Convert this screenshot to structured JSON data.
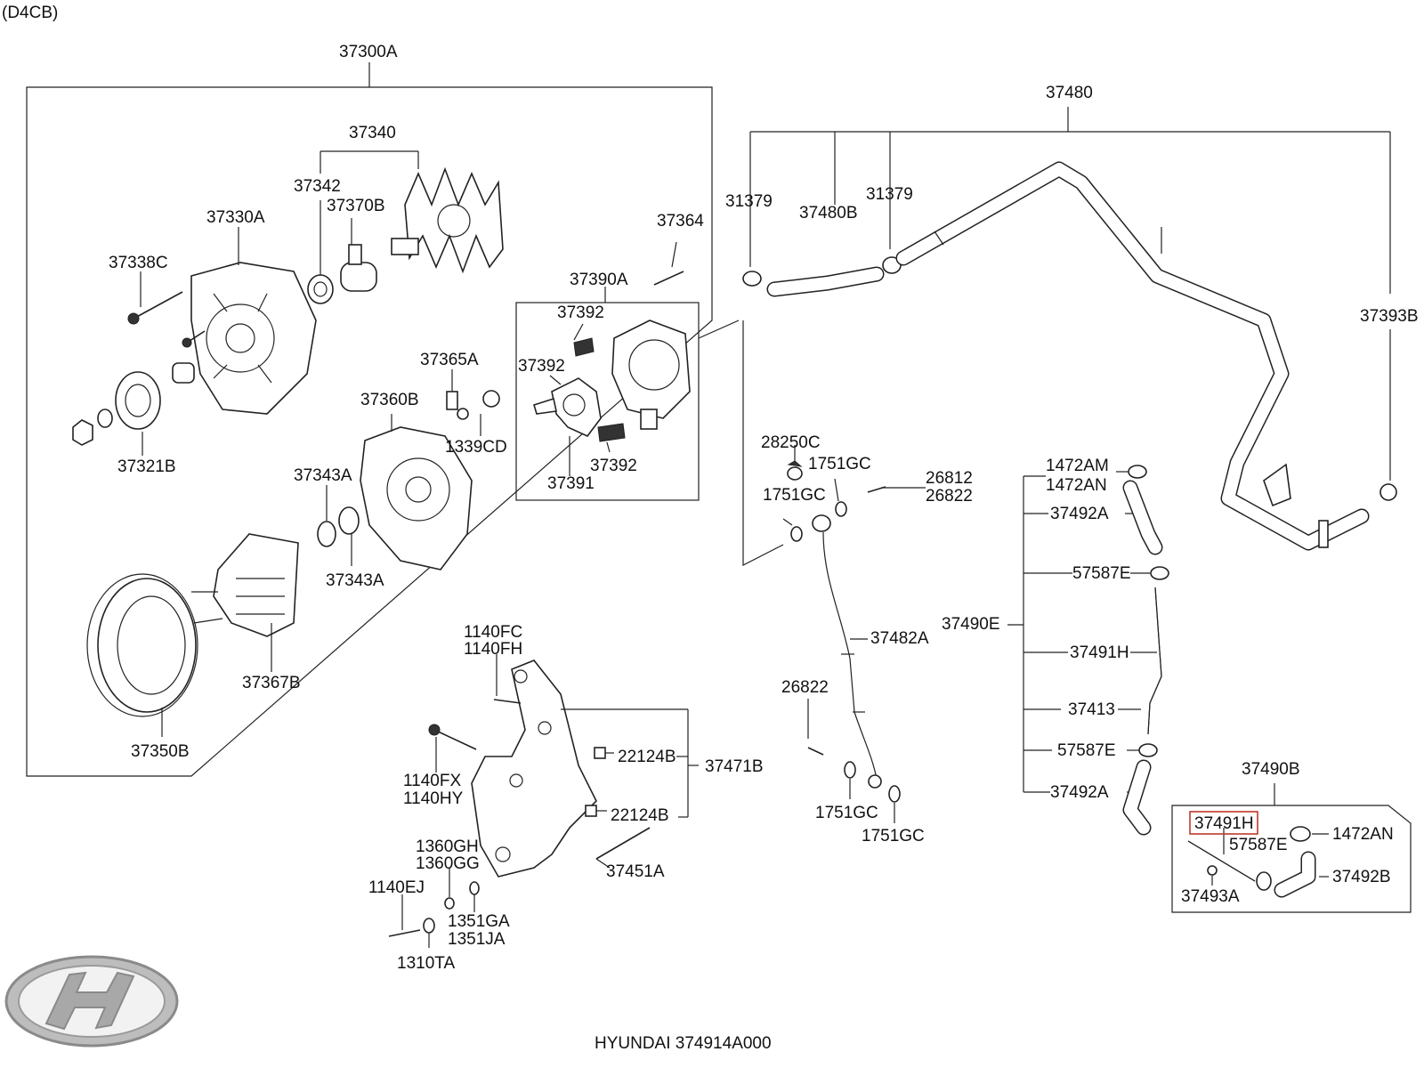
{
  "engine_code": "(D4CB)",
  "brand_line": "HYUNDAI 374914A000",
  "labels": {
    "37300A": "37300A",
    "37340": "37340",
    "37342": "37342",
    "37370B": "37370B",
    "37330A": "37330A",
    "37338C": "37338C",
    "37364": "37364",
    "37390A": "37390A",
    "37392_top": "37392",
    "37392_mid": "37392",
    "37392_bot": "37392",
    "37391": "37391",
    "37365A": "37365A",
    "1339CD": "1339CD",
    "37360B": "37360B",
    "37321B": "37321B",
    "37343A_top": "37343A",
    "37343A_bot": "37343A",
    "37367B": "37367B",
    "37350B": "37350B",
    "37480": "37480",
    "31379_left": "31379",
    "37480B": "37480B",
    "31379_right": "31379",
    "37393B": "37393B",
    "28250C": "28250C",
    "1751GC_a": "1751GC",
    "26812": "26812",
    "26822_a": "26822",
    "1751GC_b": "1751GC",
    "37482A": "37482A",
    "26822_b": "26822",
    "1751GC_c": "1751GC",
    "1751GC_d": "1751GC",
    "1472AM": "1472AM",
    "1472AN_a": "1472AN",
    "37492A_top": "37492A",
    "57587E_top": "57587E",
    "37490E": "37490E",
    "37491H_main": "37491H",
    "37413": "37413",
    "57587E_mid": "57587E",
    "37492A_bot": "37492A",
    "37490B": "37490B",
    "37491H_box": "37491H",
    "1472AN_b": "1472AN",
    "57587E_box": "57587E",
    "37492B": "37492B",
    "37493A": "37493A",
    "1140FC": "1140FC",
    "1140FH": "1140FH",
    "1140FX": "1140FX",
    "1140HY": "1140HY",
    "22124B_a": "22124B",
    "22124B_b": "22124B",
    "37471B": "37471B",
    "37451A": "37451A",
    "1360GH": "1360GH",
    "1360GG": "1360GG",
    "1140EJ": "1140EJ",
    "1351GA": "1351GA",
    "1351JA": "1351JA",
    "1310TA": "1310TA"
  }
}
